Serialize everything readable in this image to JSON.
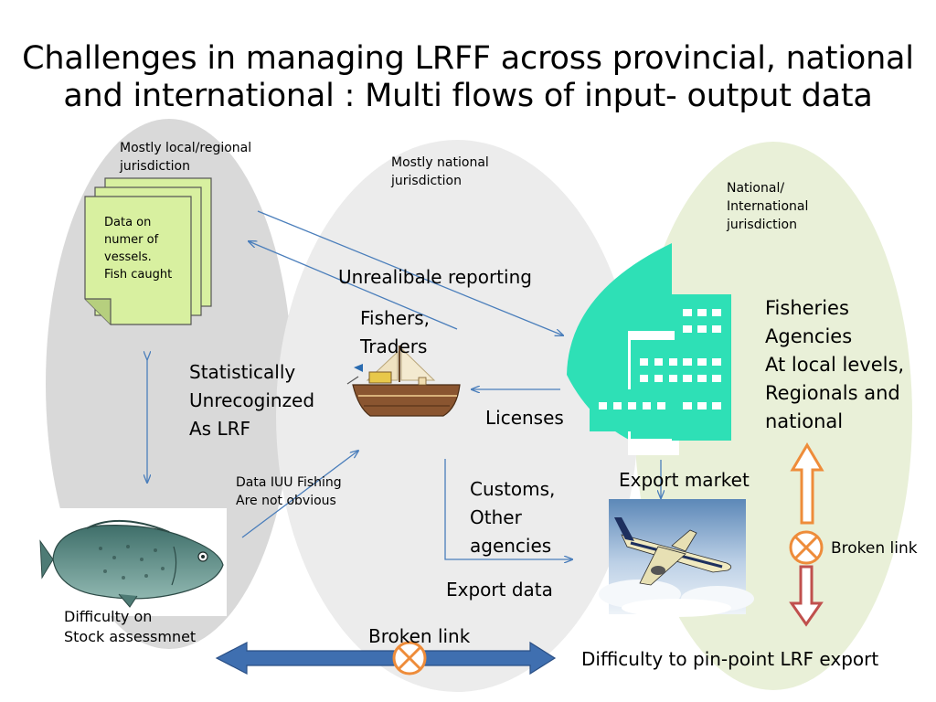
{
  "title": "Challenges in managing LRFF across provincial, national\nand international : Multi flows of input- output data",
  "zones": {
    "local": "Mostly local/regional\njurisdiction",
    "national": "Mostly national\njurisdiction",
    "international": "National/\nInternational\njurisdiction"
  },
  "document_note": "Data on\nnumer of\nvessels.\nFish caught",
  "labels": {
    "unreliable_reporting": "Unrealibale reporting",
    "fishers_traders": "Fishers,\nTraders",
    "statistically_unrecognized": "Statistically\nUnrecoginzed\nAs LRF",
    "licenses": "Licenses",
    "fisheries_agencies": "Fisheries\nAgencies\nAt local levels,\nRegionals and\nnational",
    "data_iuu": "Data IUU Fishing\nAre not obvious",
    "customs": "Customs,\nOther\nagencies",
    "export_market": "Export market",
    "export_data": "Export data",
    "difficulty_stock": "Difficulty on\nStock assessmnet",
    "broken_link_bottom": "Broken link",
    "broken_link_right": "Broken link",
    "difficulty_export": "Difficulty to pin-point LRF export"
  },
  "icons": [
    "document-stack-icon",
    "boat-icon",
    "office-building-icon",
    "airplane-icon",
    "fish-icon",
    "broken-link-icon"
  ],
  "colors": {
    "zone_local": "#d9d9d9",
    "zone_national": "#ececec",
    "zone_international": "#e9f0d8",
    "connector": "#4a7ebb",
    "arrow_blue": "#3f6fb0",
    "broken_link": "#ee8c3a",
    "arrow_orange": "#ee8c3a",
    "arrow_red": "#c0504d",
    "building": "#2ee0b6",
    "note": "#d8f0a0"
  }
}
